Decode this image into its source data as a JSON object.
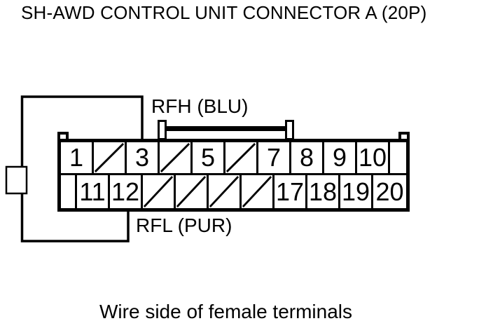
{
  "title": "SH-AWD CONTROL UNIT CONNECTOR A (20P)",
  "caption": "Wire side of female terminals",
  "wire_labels": {
    "rfh": "RFH (BLU)",
    "rfl": "RFL (PUR)"
  },
  "colors": {
    "line": "#000000",
    "background": "#ffffff"
  },
  "connector": {
    "top_row": [
      {
        "label": "1"
      },
      {
        "label": "",
        "blocked": true
      },
      {
        "label": "3"
      },
      {
        "label": "",
        "blocked": true
      },
      {
        "label": "5"
      },
      {
        "label": "",
        "blocked": true
      },
      {
        "label": "7"
      },
      {
        "label": "8"
      },
      {
        "label": "9"
      },
      {
        "label": "10"
      },
      {
        "label": "",
        "end_cavity": true
      }
    ],
    "bottom_row": [
      {
        "label": "",
        "end_cavity": true
      },
      {
        "label": "11"
      },
      {
        "label": "12"
      },
      {
        "label": "",
        "blocked": true
      },
      {
        "label": "",
        "blocked": true
      },
      {
        "label": "",
        "blocked": true
      },
      {
        "label": "",
        "blocked": true
      },
      {
        "label": "17"
      },
      {
        "label": "18"
      },
      {
        "label": "19"
      },
      {
        "label": "20"
      }
    ]
  }
}
